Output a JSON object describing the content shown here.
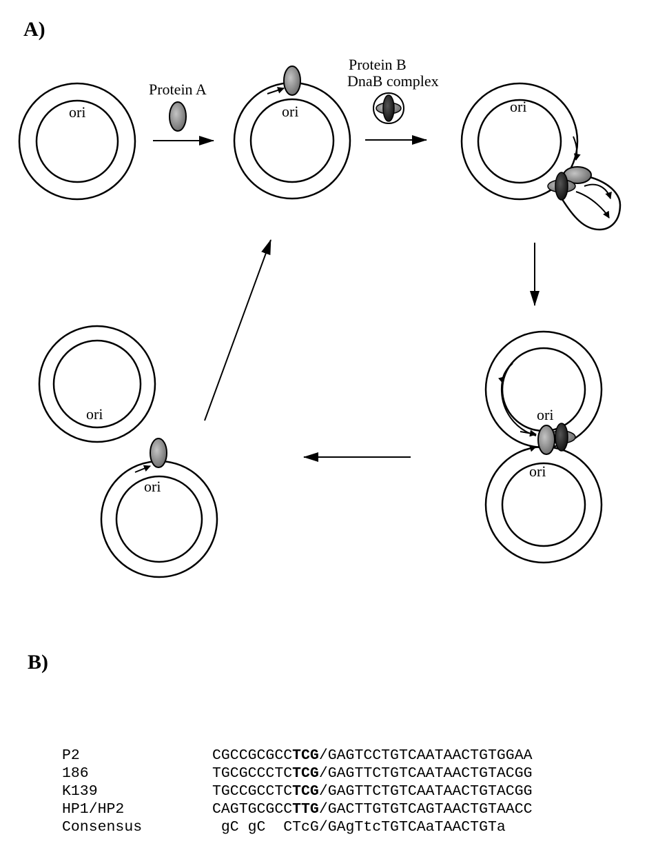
{
  "panel_a": {
    "label": "A)",
    "protein_a_label": "Protein A",
    "protein_b_label_line1": "Protein B",
    "protein_b_label_line2": "DnaB complex",
    "ori_label": "ori",
    "colors": {
      "protein_a_fill": "#8a8a8a",
      "dnab_fill": "#2a2a2a",
      "strand": "#000000"
    }
  },
  "panel_b": {
    "label": "B)",
    "rows": [
      {
        "name": "P2",
        "pre": "CGCCGCGCC",
        "bold": "TCG",
        "post": "/GAGTCCTGTCAATAACTGTGGAA"
      },
      {
        "name": "186",
        "pre": "TGCGCCCTC",
        "bold": "TCG",
        "post": "/GAGTTCTGTCAATAACTGTACGG"
      },
      {
        "name": "K139",
        "pre": "TGCCGCCTC",
        "bold": "TCG",
        "post": "/GAGTTCTGTCAATAACTGTACGG"
      },
      {
        "name": "HP1/HP2",
        "pre": "CAGTGCGCC",
        "bold": "TTG",
        "post": "/GACTTGTGTCAGTAACTGTAACC"
      },
      {
        "name": "Consensus",
        "pre": " gC gC  ",
        "bold": "",
        "post": "CTcG/GAgTtcTGTCAaTAACTGTa"
      }
    ]
  }
}
